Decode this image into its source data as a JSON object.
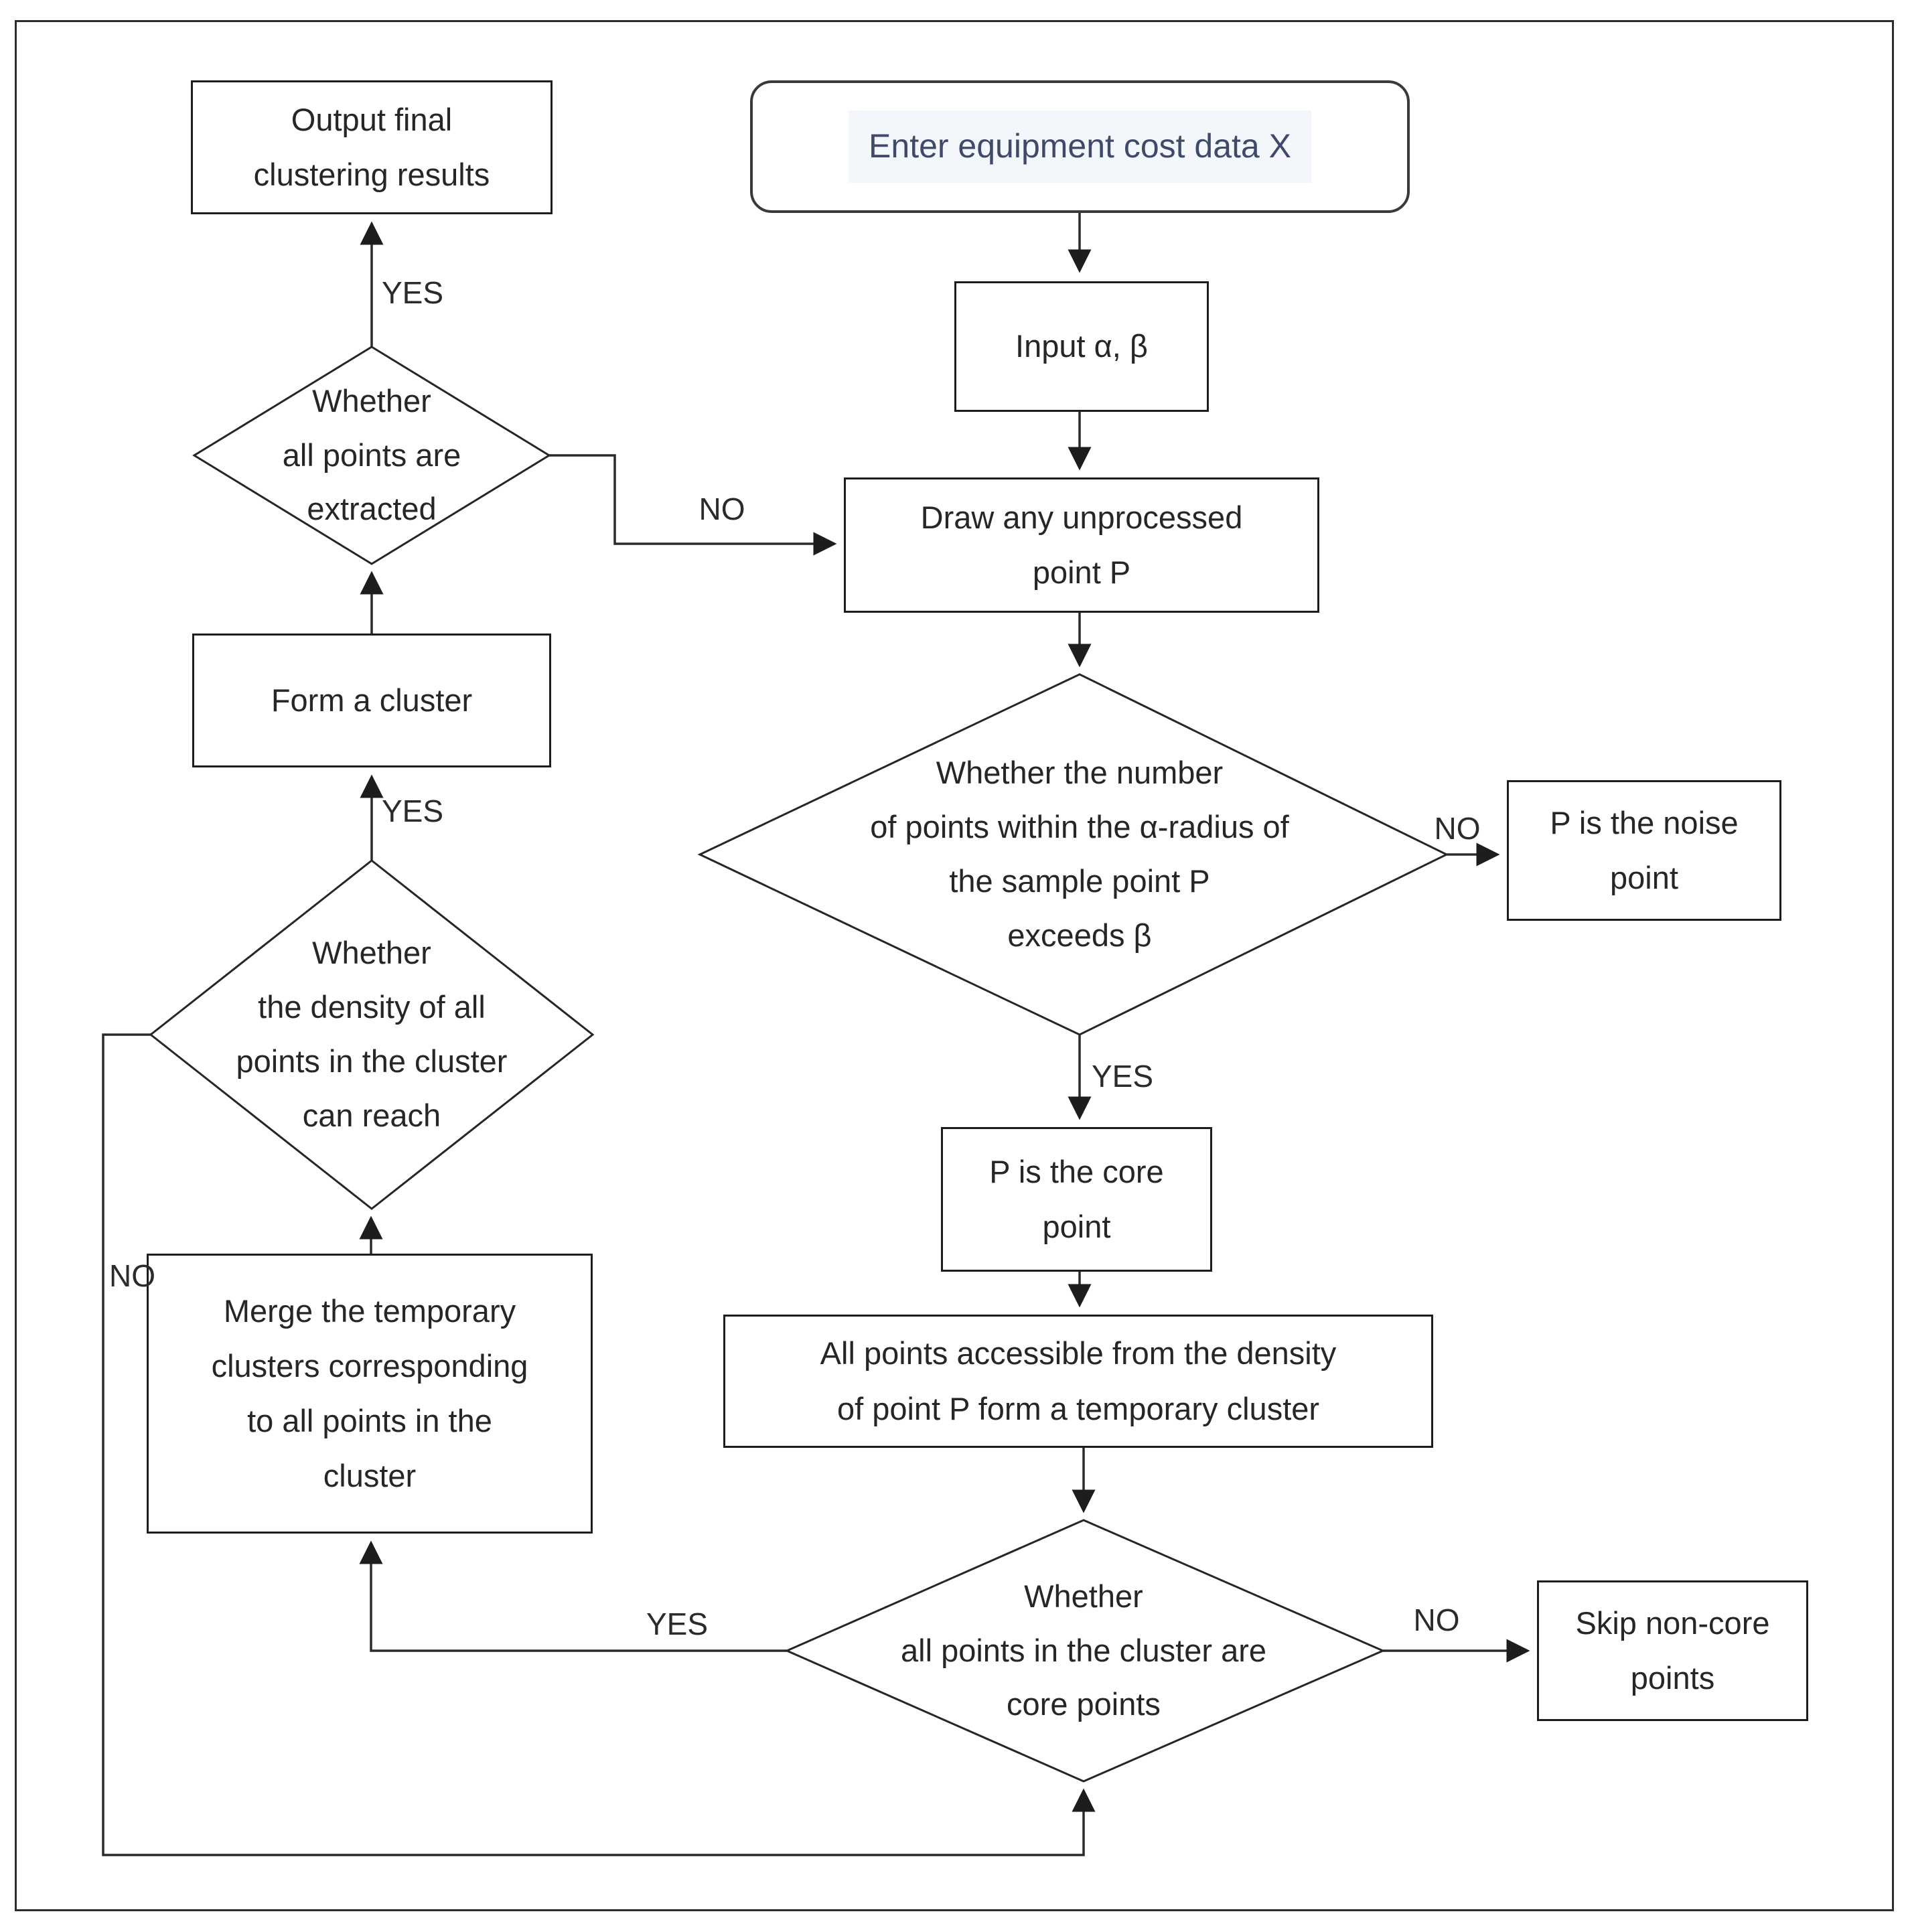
{
  "nodes": {
    "output": {
      "label": "Output final\nclustering results"
    },
    "enter": {
      "label": "Enter equipment cost data X"
    },
    "input": {
      "label": "Input α, β"
    },
    "draw": {
      "label": "Draw any unprocessed\npoint P"
    },
    "radius_check": {
      "label": "Whether the number\nof points within the α-radius of\nthe sample point P\nexceeds β"
    },
    "noise": {
      "label": "P is the noise\npoint"
    },
    "core": {
      "label": "P is the core\npoint"
    },
    "temp_cluster": {
      "label": "All points accessible from the density\nof point P form a temporary cluster"
    },
    "core_check": {
      "label": "Whether\nall points in the cluster are\ncore points"
    },
    "skip": {
      "label": "Skip non-core\npoints"
    },
    "merge": {
      "label": "Merge the temporary\nclusters corresponding\nto all points in the\ncluster"
    },
    "density_check": {
      "label": "Whether\nthe density of all\npoints in the cluster\ncan reach"
    },
    "form": {
      "label": "Form a cluster"
    },
    "extract_check": {
      "label": "Whether\nall points are\nextracted"
    }
  },
  "edge_labels": {
    "extract_yes": "YES",
    "extract_no": "NO",
    "density_yes": "YES",
    "density_no": "NO",
    "radius_yes": "YES",
    "radius_no": "NO",
    "corecheck_yes": "YES",
    "corecheck_no": "NO"
  },
  "colors": {
    "line": "#2a2a2a",
    "box_border": "#1d1d1d",
    "text": "#2b2b2b",
    "enter_text": "#3f4a68",
    "enter_highlight": "#f3f6fa"
  }
}
